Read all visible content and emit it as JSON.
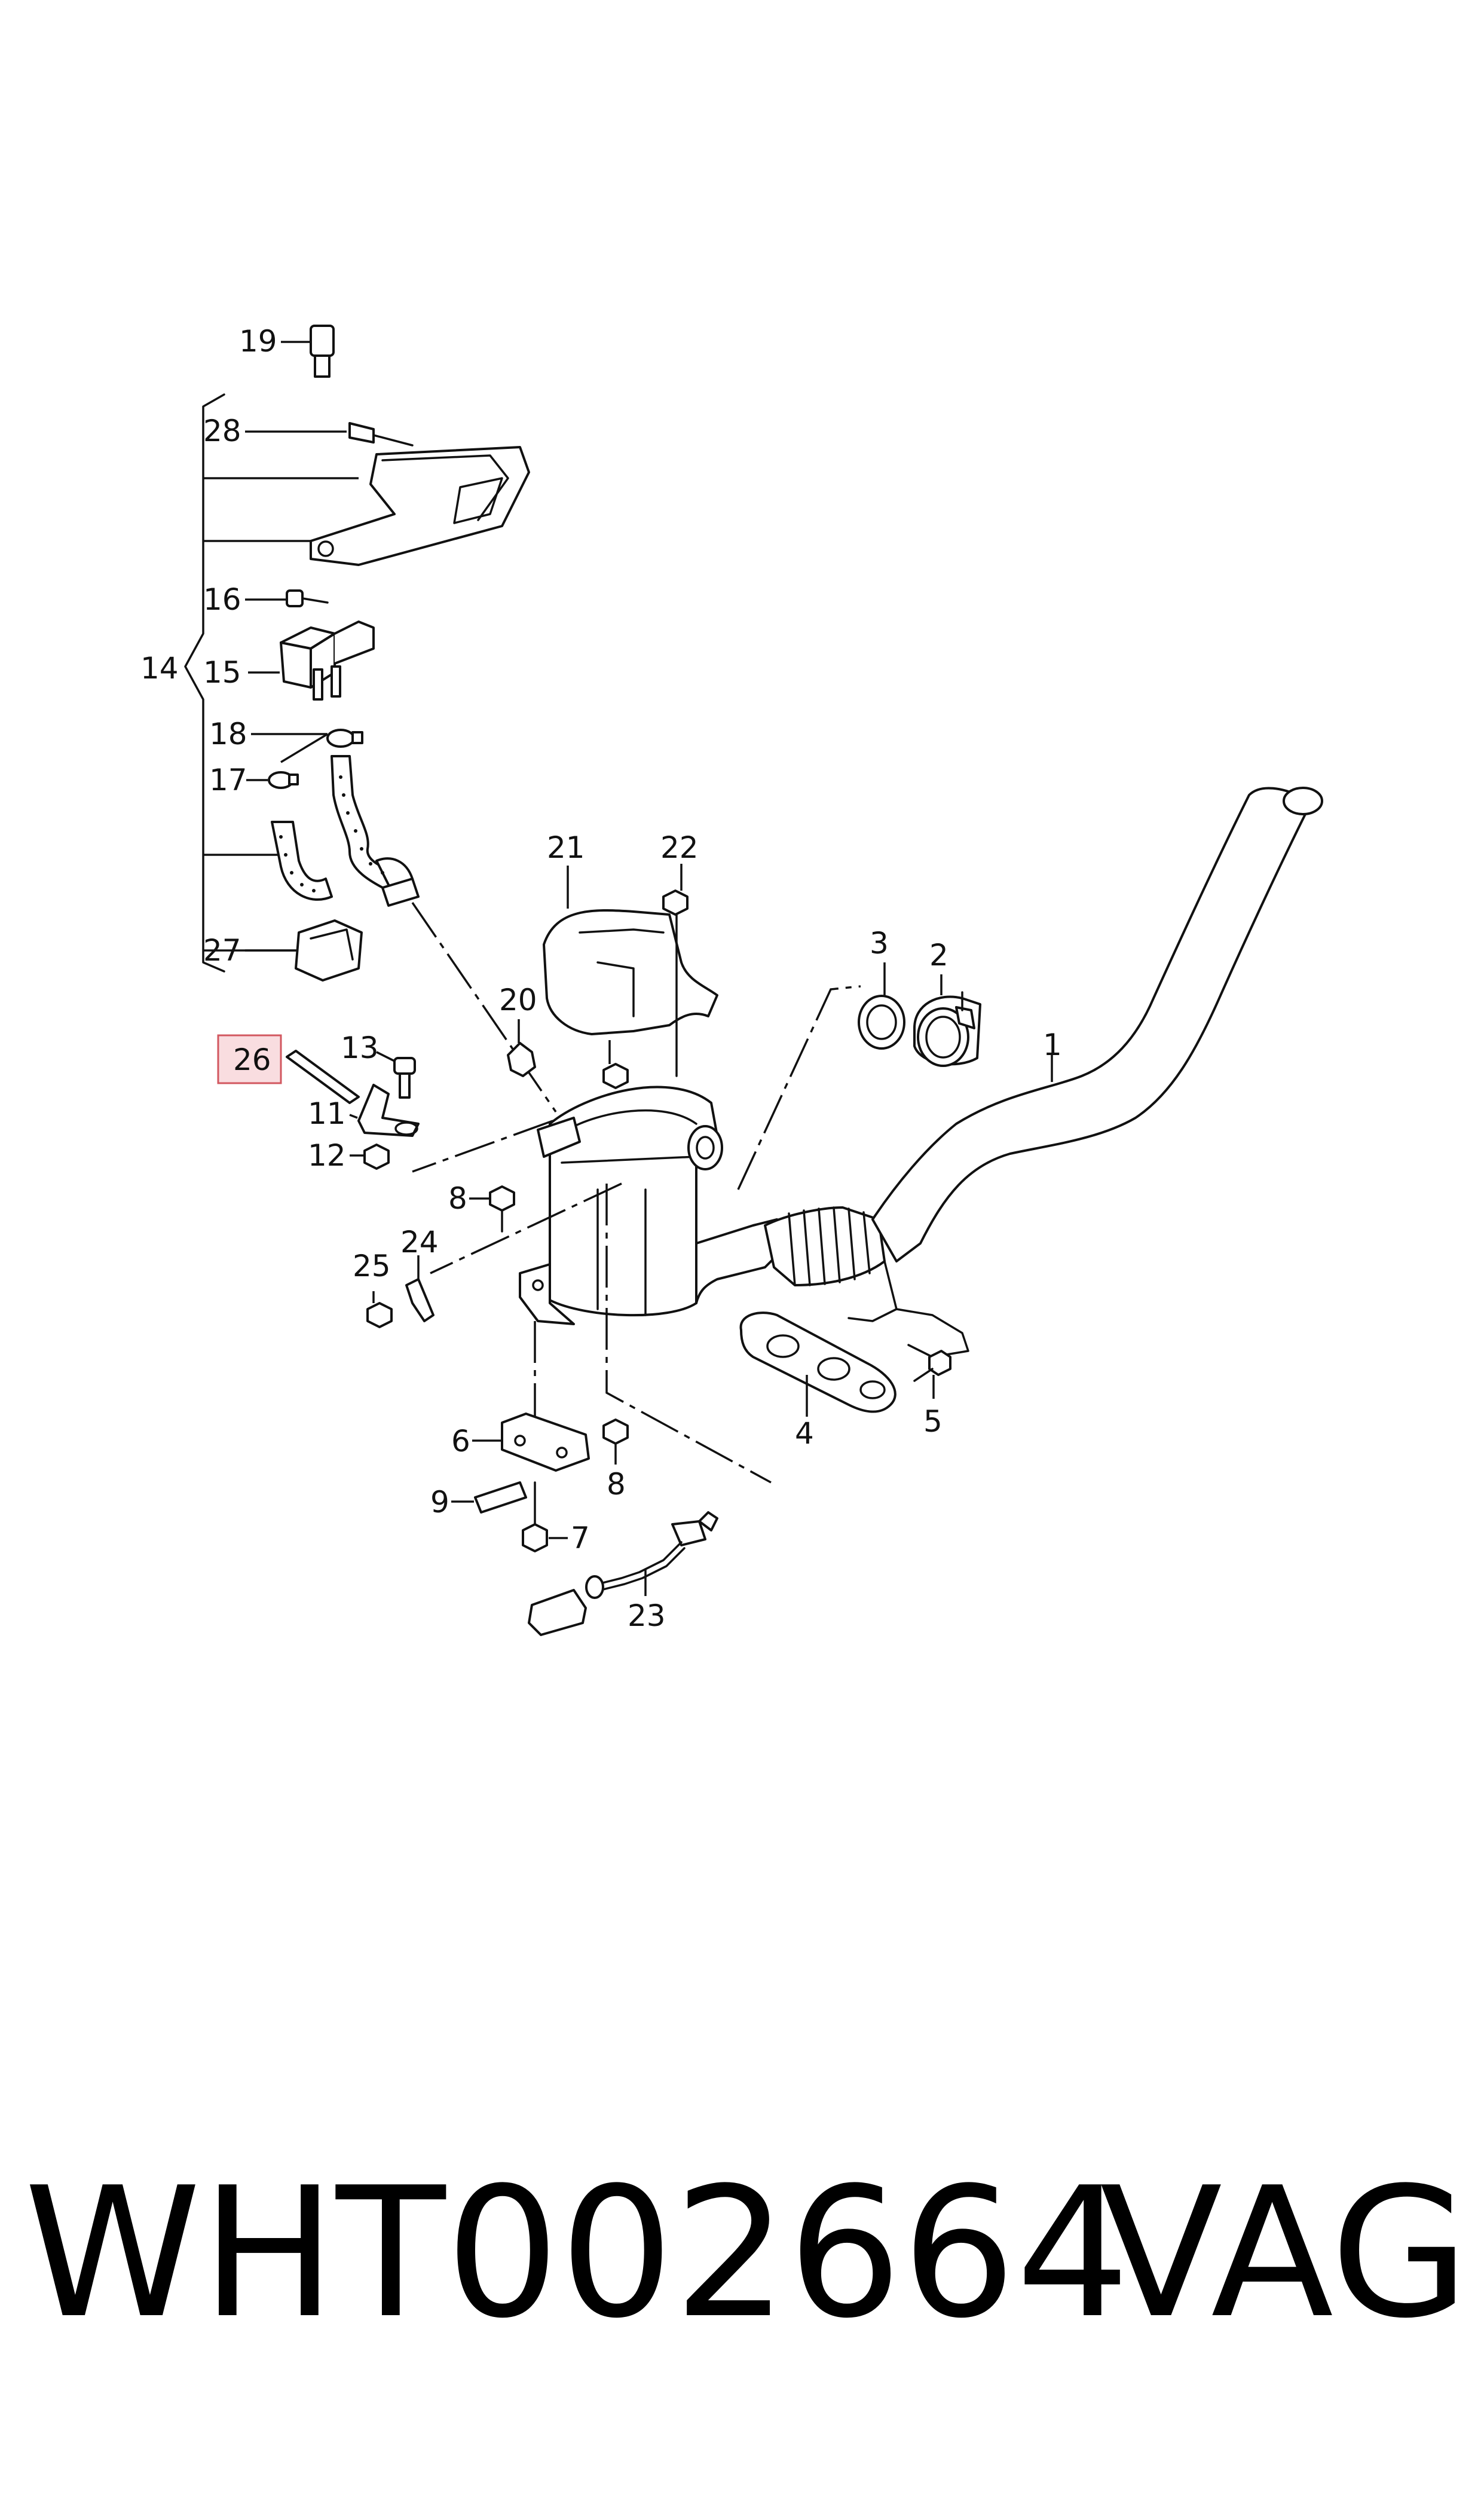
{
  "diagram": {
    "labels": {
      "l1": "1",
      "l2": "2",
      "l3": "3",
      "l4": "4",
      "l5": "5",
      "l6": "6",
      "l7": "7",
      "l8a": "8",
      "l8b": "8",
      "l9": "9",
      "l11": "11",
      "l12": "12",
      "l13": "13",
      "l14": "14",
      "l15": "15",
      "l16": "16",
      "l17": "17",
      "l18": "18",
      "l19": "19",
      "l20": "20",
      "l21": "21",
      "l22": "22",
      "l23": "23",
      "l24": "24",
      "l25": "25",
      "l26": "26",
      "l27": "27",
      "l28": "28"
    },
    "highlighted_label": "26",
    "highlight_color": "#f9dde0",
    "highlight_border_color": "#d2575f"
  },
  "caption": {
    "part_number": "WHT002664",
    "brand": "VAG"
  }
}
